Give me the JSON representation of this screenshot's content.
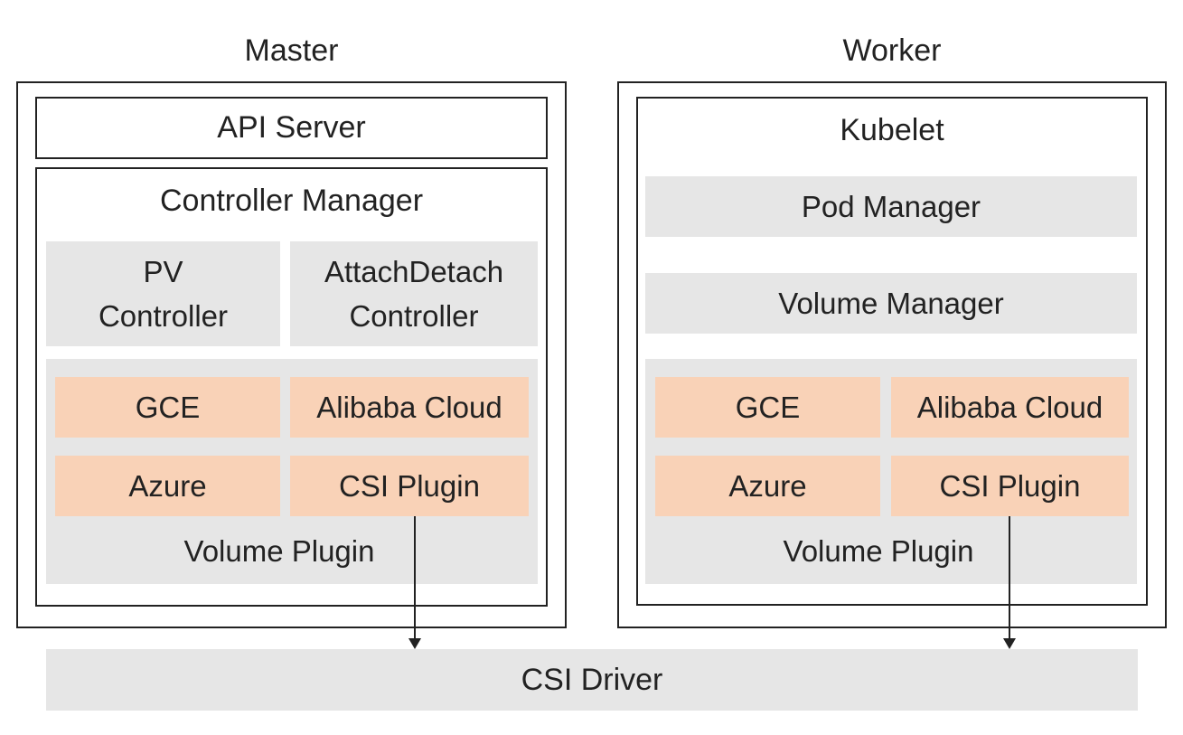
{
  "master": {
    "title": "Master",
    "api_server": "API Server",
    "controller_manager": {
      "title": "Controller Manager",
      "pv_controller": [
        "PV",
        "Controller"
      ],
      "attachdetach_controller": [
        "AttachDetach",
        "Controller"
      ]
    },
    "volume_plugin": {
      "label": "Volume Plugin",
      "plugins": [
        "GCE",
        "Alibaba Cloud",
        "Azure",
        "CSI Plugin"
      ]
    }
  },
  "worker": {
    "title": "Worker",
    "kubelet": {
      "title": "Kubelet",
      "pod_manager": "Pod Manager",
      "volume_manager": "Volume Manager"
    },
    "volume_plugin": {
      "label": "Volume Plugin",
      "plugins": [
        "GCE",
        "Alibaba Cloud",
        "Azure",
        "CSI Plugin"
      ]
    }
  },
  "csi_driver": "CSI Driver",
  "colors": {
    "gray_block": "#e6e6e6",
    "plugin_block": "#f9d2b7",
    "border": "#222222"
  }
}
